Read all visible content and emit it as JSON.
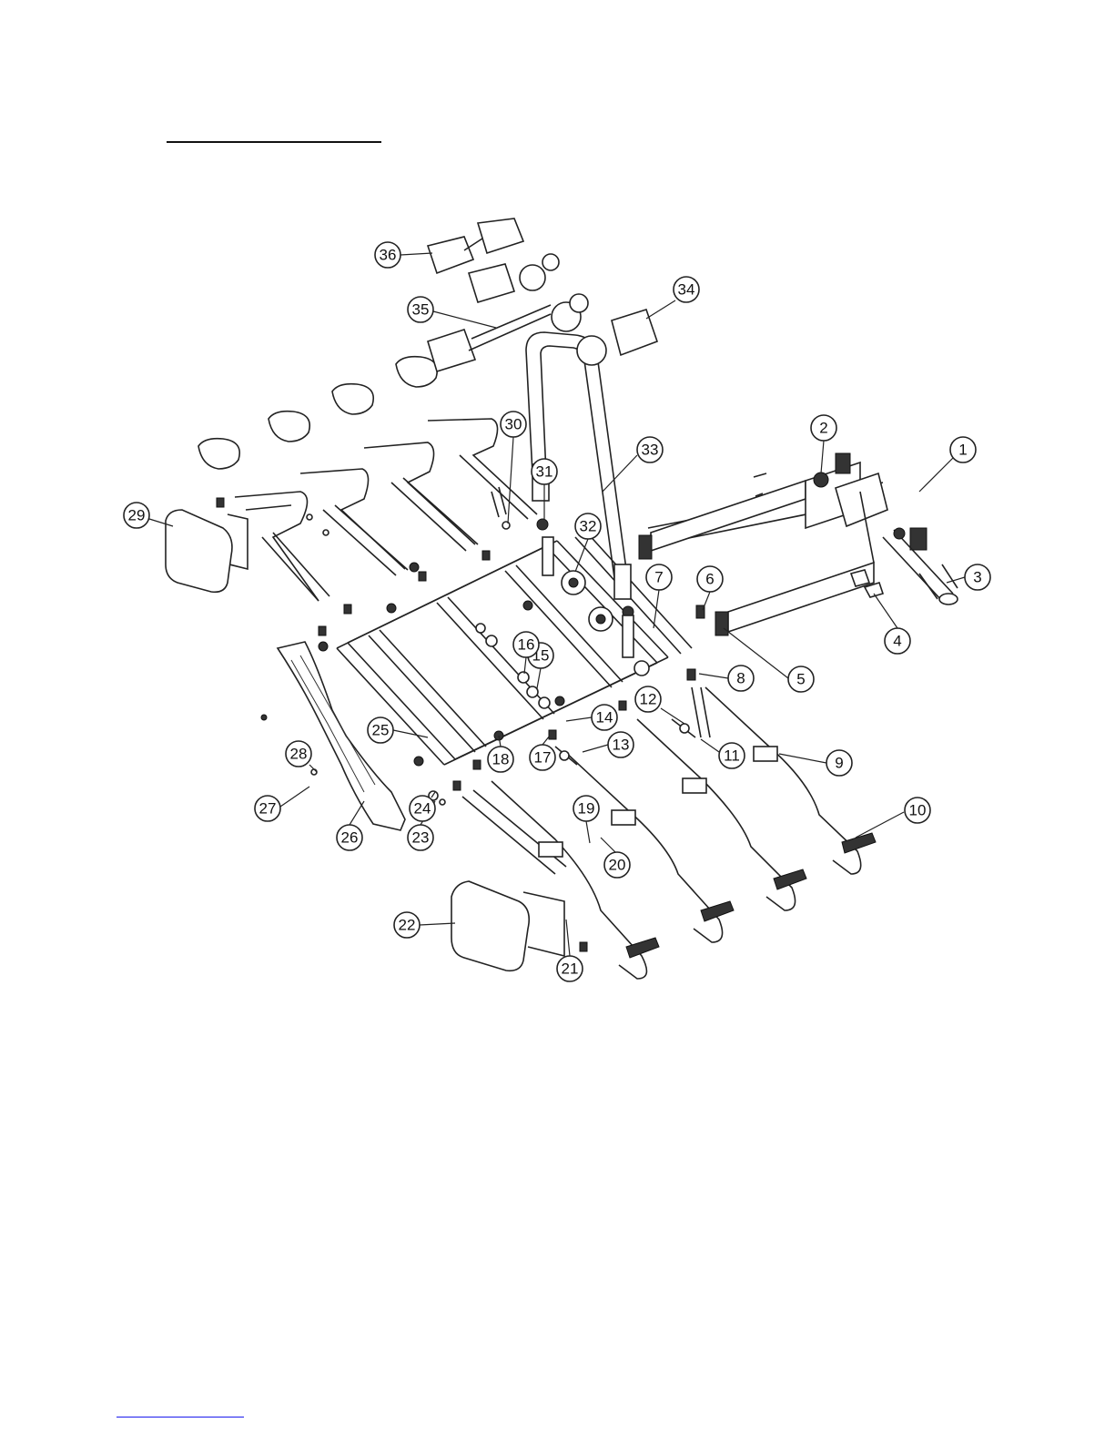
{
  "diagram": {
    "type": "exploded-parts-view",
    "callouts": [
      "1",
      "2",
      "3",
      "4",
      "5",
      "6",
      "7",
      "8",
      "9",
      "10",
      "11",
      "12",
      "13",
      "14",
      "15",
      "16",
      "17",
      "18",
      "19",
      "20",
      "21",
      "22",
      "23",
      "24",
      "25",
      "26",
      "27",
      "28",
      "29",
      "30",
      "31",
      "32",
      "33",
      "34",
      "35",
      "36"
    ]
  }
}
